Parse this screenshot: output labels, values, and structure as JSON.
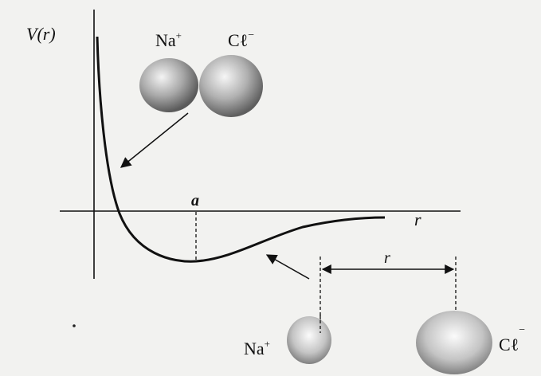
{
  "labels": {
    "y_axis": "V(r)",
    "x_axis": "r",
    "minimum": "a",
    "separation": "r",
    "top_sodium": "Na",
    "top_sodium_charge": "+",
    "top_chlorine": "Cℓ",
    "top_chlorine_charge": "−",
    "bottom_sodium": "Na",
    "bottom_sodium_charge": "+",
    "bottom_chlorine": "Cℓ",
    "bottom_chlorine_charge": "−"
  },
  "colors": {
    "background": "#f2f2f0",
    "ink": "#111111",
    "ion_fill": "#8c8c8c"
  }
}
